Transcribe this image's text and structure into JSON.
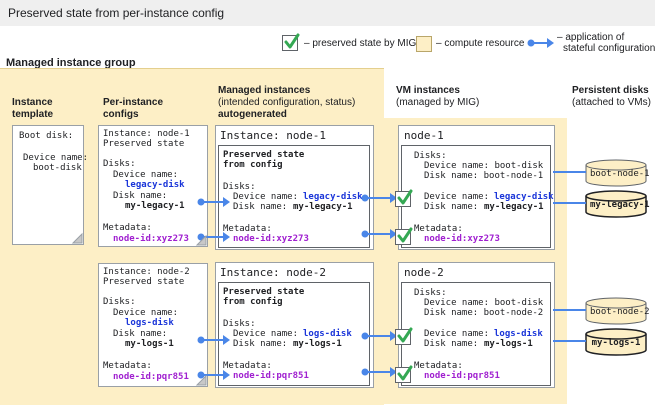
{
  "title": "Preserved state from per-instance config",
  "legend": {
    "preserved": "– preserved state by MIG",
    "compute": "– compute resource",
    "application_line1": "– application of",
    "application_line2": "stateful configuration"
  },
  "group_label": "Managed instance group",
  "headers": {
    "template_line1": "Instance",
    "template_line2": "template",
    "perinstance_line1": "Per-instance",
    "perinstance_line2": "configs",
    "managed_line1": "Managed instances",
    "managed_line2": "(intended configuration, status)",
    "managed_line3": "autogenerated",
    "vm_line1": "VM instances",
    "vm_line2": "(managed by MIG)",
    "disks_line1": "Persistent disks",
    "disks_line2": "(attached to VMs)"
  },
  "template": {
    "boot_disk": "Boot disk:",
    "device_name_label": "Device name:",
    "device_name_value": "boot-disk"
  },
  "configs": [
    {
      "instance_line": "Instance: node-1",
      "preserved": "Preserved state",
      "disks": "Disks:",
      "device_label": "Device name:",
      "device_value": "legacy-disk",
      "disk_label": "Disk name:",
      "disk_value": "my-legacy-1",
      "metadata": "Metadata:",
      "metadata_value": "node-id:xyz273"
    },
    {
      "instance_line": "Instance: node-2",
      "preserved": "Preserved state",
      "disks": "Disks:",
      "device_label": "Device name:",
      "device_value": "logs-disk",
      "disk_label": "Disk name:",
      "disk_value": "my-logs-1",
      "metadata": "Metadata:",
      "metadata_value": "node-id:pqr851"
    }
  ],
  "managed": [
    {
      "header": "Instance: node-1",
      "preserved_line1": "Preserved state",
      "preserved_line2": "from config",
      "disks": "Disks:",
      "device_label": "Device name:",
      "device_value": "legacy-disk",
      "disk_label": "Disk name:",
      "disk_value": "my-legacy-1",
      "metadata": "Metadata:",
      "metadata_value": "node-id:xyz273"
    },
    {
      "header": "Instance: node-2",
      "preserved_line1": "Preserved state",
      "preserved_line2": "from config",
      "disks": "Disks:",
      "device_label": "Device name:",
      "device_value": "logs-disk",
      "disk_label": "Disk name:",
      "disk_value": "my-logs-1",
      "metadata": "Metadata:",
      "metadata_value": "node-id:pqr851"
    }
  ],
  "vms": [
    {
      "name": "node-1",
      "disks": "Disks:",
      "boot_device": "Device name: boot-disk",
      "boot_disk": "Disk name: boot-node-1",
      "device_label": "Device name:",
      "device_value": "legacy-disk",
      "disk_label": "Disk name:",
      "disk_value": "my-legacy-1",
      "metadata": "Metadata:",
      "metadata_value": "node-id:xyz273"
    },
    {
      "name": "node-2",
      "disks": "Disks:",
      "boot_device": "Device name: boot-disk",
      "boot_disk": "Disk name: boot-node-2",
      "device_label": "Device name:",
      "device_value": "logs-disk",
      "disk_label": "Disk name:",
      "disk_value": "my-logs-1",
      "metadata": "Metadata:",
      "metadata_value": "node-id:pqr851"
    }
  ],
  "persistent_disks": [
    "boot-node-1",
    "my-legacy-1",
    "boot-node-2",
    "my-logs-1"
  ],
  "colors": {
    "compute_fill": "#fdefc6",
    "arrow": "#4a86e8",
    "check": "#34a853",
    "device_text": "#1a35d9",
    "metadata_text": "#a020d0"
  }
}
